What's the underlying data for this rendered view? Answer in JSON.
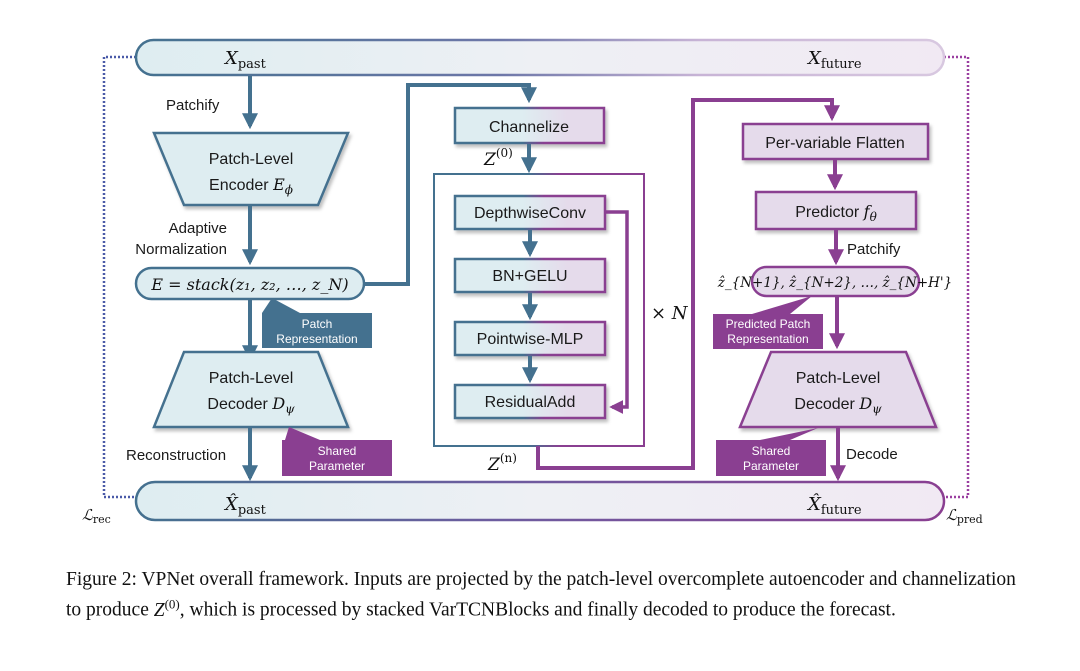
{
  "colors": {
    "blue": "#44718f",
    "blue_fill": "#deedf1",
    "purple": "#8a3f91",
    "purple_fill": "#e5dbeb",
    "dotted_blue": "#4a5aa8",
    "dotted_purple": "#9a3fa0"
  },
  "top_bar": {
    "left_label": "X",
    "left_sub": "past",
    "right_label": "X",
    "right_sub": "future"
  },
  "bottom_bar": {
    "left_label": "X̂",
    "left_sub": "past",
    "right_label": "X̂",
    "right_sub": "future"
  },
  "left_column": {
    "patchify_label": "Patchify",
    "encoder": {
      "line1": "Patch-Level",
      "line2": "Encoder ",
      "symbol": "E",
      "sub": "ϕ"
    },
    "adaptive_norm_line1": "Adaptive",
    "adaptive_norm_line2": "Normalization",
    "stack_formula": "E = stack(z₁, z₂, …, z_N)",
    "patch_rep_callout": {
      "line1": "Patch",
      "line2": "Representation"
    },
    "decoder": {
      "line1": "Patch-Level",
      "line2": "Decoder ",
      "symbol": "D",
      "sub": "ψ"
    },
    "reconstruction_label": "Reconstruction",
    "shared_param_callout": {
      "line1": "Shared",
      "line2": "Parameter"
    }
  },
  "middle_column": {
    "channelize": "Channelize",
    "z0_label": "Z",
    "z0_sup": "(0)",
    "blocks": [
      "DepthwiseConv",
      "BN+GELU",
      "Pointwise-MLP",
      "ResidualAdd"
    ],
    "repeat_label": "× N",
    "zn_label": "Z",
    "zn_sup": "(n)"
  },
  "right_column": {
    "flatten": "Per-variable Flatten",
    "predictor": {
      "text": "Predictor ",
      "symbol": "f",
      "sub": "θ"
    },
    "patchify_label": "Patchify",
    "pred_formula": "ẑ_{N+1}, ẑ_{N+2}, …, ẑ_{N+H'}",
    "pred_patch_callout": {
      "line1": "Predicted Patch",
      "line2": "Representation"
    },
    "decoder": {
      "line1": "Patch-Level",
      "line2": "Decoder ",
      "symbol": "D",
      "sub": "ψ"
    },
    "decode_label": "Decode",
    "shared_param_callout": {
      "line1": "Shared",
      "line2": "Parameter"
    }
  },
  "losses": {
    "rec": "ℒ",
    "rec_sub": "rec",
    "pred": "ℒ",
    "pred_sub": "pred"
  },
  "caption": {
    "part1": "Figure 2: VPNet overall framework. Inputs are projected by the patch-level overcomplete autoencoder and channelization to produce ",
    "z": "Z",
    "z_sup": "(0)",
    "part2": ", which is processed by stacked VarTCNBlocks and finally decoded to produce the forecast."
  }
}
